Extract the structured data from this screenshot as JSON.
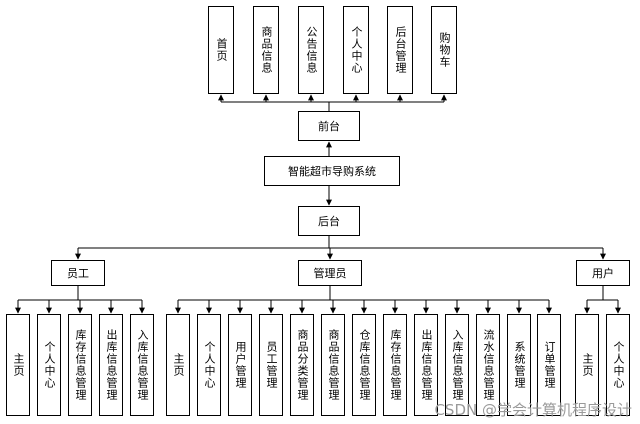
{
  "frontend_pages": [
    "首页",
    "商品信息",
    "公告信息",
    "个人中心",
    "后台管理",
    "购物车"
  ],
  "frontend_label": "前台",
  "system_title": "智能超市导购系统",
  "backend_label": "后台",
  "roles": {
    "staff": {
      "label": "员工",
      "modules": [
        "主页",
        "个人中心",
        "库存信息管理",
        "出库信息管理",
        "入库信息管理"
      ]
    },
    "admin": {
      "label": "管理员",
      "modules": [
        "主页",
        "个人中心",
        "用户管理",
        "员工管理",
        "商品分类管理",
        "商品信息管理",
        "仓库信息管理",
        "库存信息管理",
        "出库信息管理",
        "入库信息管理",
        "流水信息管理",
        "系统管理",
        "订单管理"
      ]
    },
    "user": {
      "label": "用户",
      "modules": [
        "主页",
        "个人中心"
      ]
    }
  },
  "watermark": "CSDN @学会计算机程序设计"
}
